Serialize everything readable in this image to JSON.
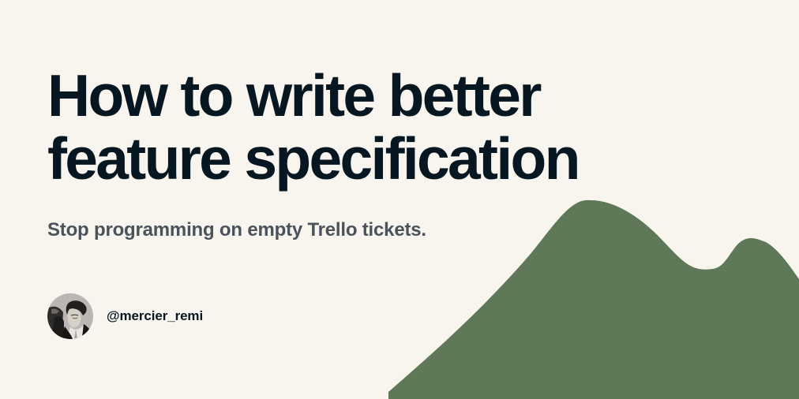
{
  "hero": {
    "title_lines": [
      "How to write better",
      "feature specification"
    ],
    "subtitle": "Stop programming on empty Trello tickets."
  },
  "author": {
    "handle": "@mercier_remi"
  },
  "colors": {
    "background": "#f8f4ee",
    "title": "#071722",
    "subtitle": "#4a535b",
    "mountain": "#5e7858"
  }
}
